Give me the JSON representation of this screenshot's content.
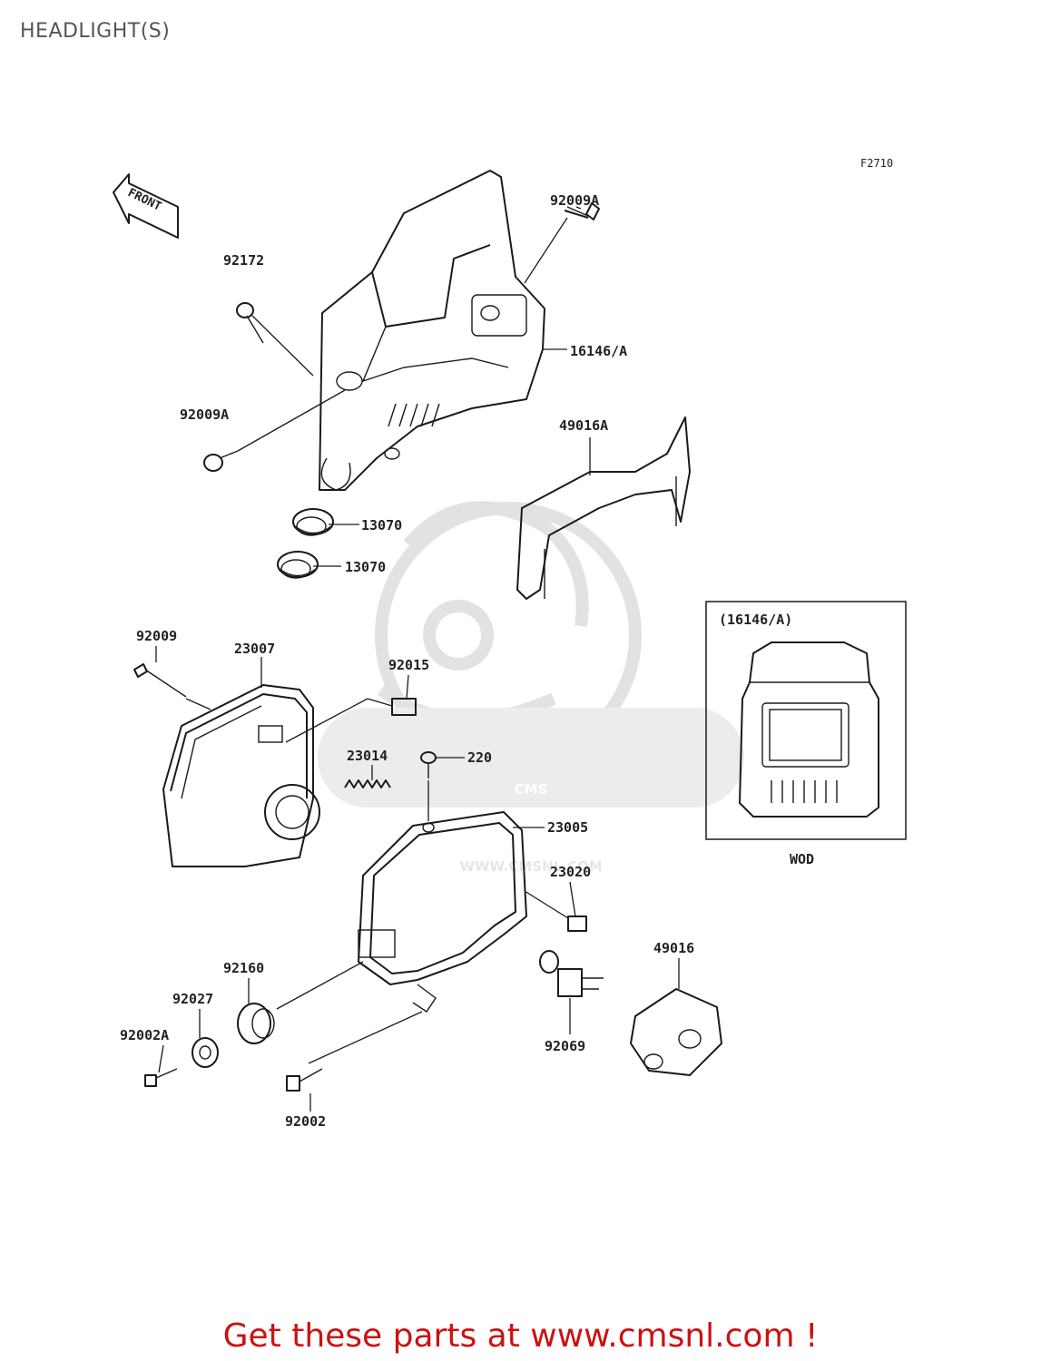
{
  "title": "HEADLIGHT(S)",
  "figure_code": "F2710",
  "front_label": "FRONT",
  "watermark": {
    "brand": "CMS",
    "url": "WWW.CMSNL.COM"
  },
  "inset": {
    "caption": "(16146/A)",
    "region": "WOD"
  },
  "parts": [
    {
      "number": "92009A"
    },
    {
      "number": "92172"
    },
    {
      "number": "16146/A"
    },
    {
      "number": "92009A"
    },
    {
      "number": "49016A"
    },
    {
      "number": "13070"
    },
    {
      "number": "13070"
    },
    {
      "number": "92009"
    },
    {
      "number": "23007"
    },
    {
      "number": "92015"
    },
    {
      "number": "23014"
    },
    {
      "number": "220"
    },
    {
      "number": "23005"
    },
    {
      "number": "23020"
    },
    {
      "number": "49016"
    },
    {
      "number": "92160"
    },
    {
      "number": "92027"
    },
    {
      "number": "92002A"
    },
    {
      "number": "92069"
    },
    {
      "number": "92002"
    }
  ],
  "footer_link": "Get these parts at www.cmsnl.com !",
  "colors": {
    "link": "#cc1111",
    "line": "#1a1a1a",
    "watermark": "#e2e2e2"
  }
}
